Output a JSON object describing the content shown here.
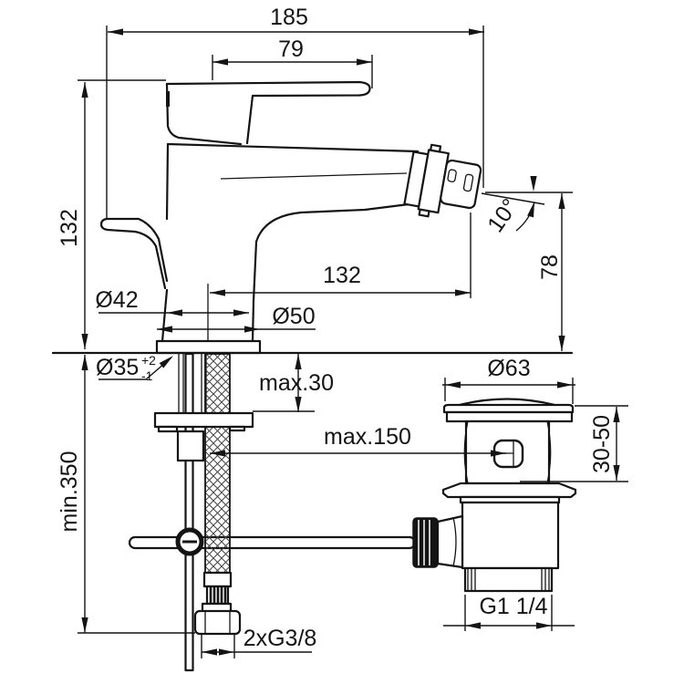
{
  "title": "Bidet mixer installation dimensions drawing",
  "colors": {
    "line": "#141414",
    "background": "#ffffff"
  },
  "labels": {
    "total_width": "185",
    "handle_length": "79",
    "body_height": "132",
    "spout_reach": "132",
    "spout_angle": "10°",
    "outlet_height": "78",
    "body_diameter": "Ø42",
    "base_diameter": "Ø50",
    "hole_diameter": "Ø35",
    "hole_tol_plus": "+2",
    "hole_tol_minus": "-1",
    "deck_thickness": "max.30",
    "rod_reach": "max.150",
    "hose_length": "min.350",
    "waste_cap_diameter": "Ø63",
    "waste_adjust_range": "30-50",
    "waste_thread": "G1 1/4",
    "supply_thread": "2xG3/8"
  }
}
